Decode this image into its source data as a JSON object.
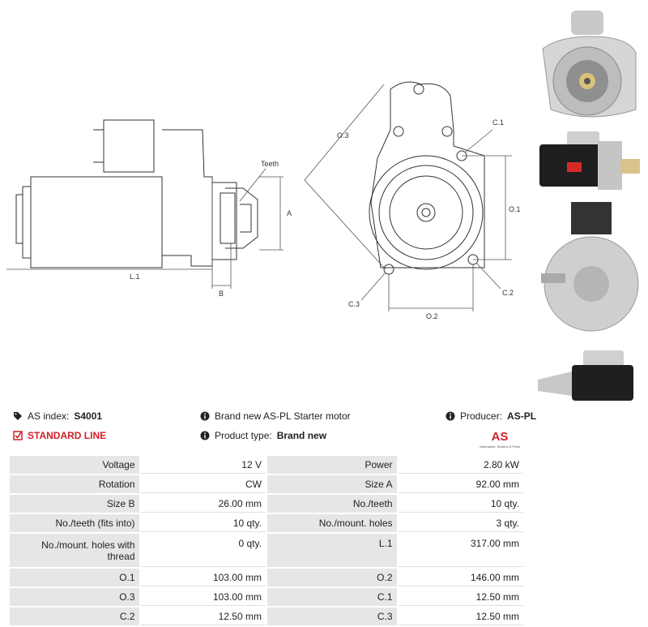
{
  "drawing": {
    "labels": {
      "teeth": "Teeth",
      "a": "A",
      "b": "B",
      "l1": "L.1",
      "o3": "O.3",
      "o1": "O.1",
      "o2": "O.2",
      "c1": "C.1",
      "c2": "C.2",
      "c3": "C.3"
    }
  },
  "info": {
    "as_index_label": "AS index:",
    "as_index_value": "S4001",
    "description": "Brand new AS-PL Starter motor",
    "producer_label": "Producer:",
    "producer_value": "AS-PL",
    "line": "STANDARD LINE",
    "product_type_label": "Product type:",
    "product_type_value": "Brand new"
  },
  "logo": {
    "text": "AS",
    "subtitle": "Alternators, Starters & Parts"
  },
  "specs": [
    {
      "l1": "Voltage",
      "v1": "12 V",
      "l2": "Power",
      "v2": "2.80 kW"
    },
    {
      "l1": "Rotation",
      "v1": "CW",
      "l2": "Size A",
      "v2": "92.00 mm"
    },
    {
      "l1": "Size B",
      "v1": "26.00 mm",
      "l2": "No./teeth",
      "v2": "10 qty."
    },
    {
      "l1": "No./teeth (fits into)",
      "v1": "10 qty.",
      "l2": "No./mount. holes",
      "v2": "3 qty."
    },
    {
      "l1": "No./mount. holes with thread",
      "v1": "0 qty.",
      "l2": "L.1",
      "v2": "317.00 mm"
    },
    {
      "l1": "O.1",
      "v1": "103.00 mm",
      "l2": "O.2",
      "v2": "146.00 mm"
    },
    {
      "l1": "O.3",
      "v1": "103.00 mm",
      "l2": "C.1",
      "v2": "12.50 mm"
    },
    {
      "l1": "C.2",
      "v1": "12.50 mm",
      "l2": "C.3",
      "v2": "12.50 mm"
    }
  ],
  "colors": {
    "accent_red": "#d0202a",
    "label_bg": "#e6e6e6"
  },
  "icons": {
    "index": "tag-icon",
    "info": "info-circle-icon",
    "standard_line": "checkbox-check-icon"
  }
}
